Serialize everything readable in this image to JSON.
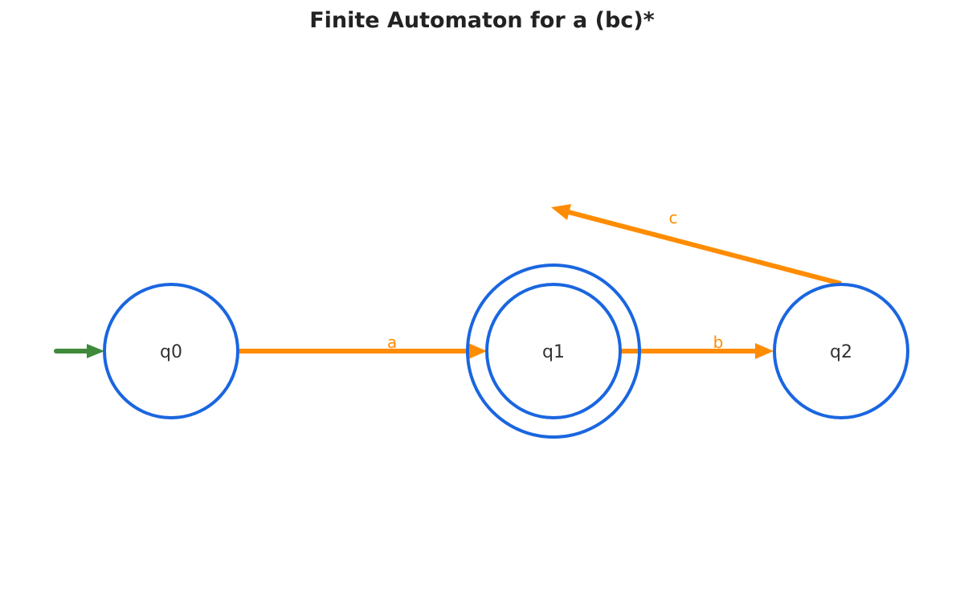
{
  "title": "Finite Automaton for a (bc)*",
  "colors": {
    "state_stroke": "#1a66e0",
    "transition": "#ff8c00",
    "start_arrow": "#3f8a3a",
    "label_text": "#333333",
    "title_text": "#222222"
  },
  "states": [
    {
      "id": "q0",
      "label": "q0",
      "accepting": false,
      "start": true
    },
    {
      "id": "q1",
      "label": "q1",
      "accepting": true,
      "start": false
    },
    {
      "id": "q2",
      "label": "q2",
      "accepting": false,
      "start": false
    }
  ],
  "transitions": [
    {
      "from": "q0",
      "to": "q1",
      "symbol": "a"
    },
    {
      "from": "q1",
      "to": "q2",
      "symbol": "b"
    },
    {
      "from": "q2",
      "to": "q1",
      "symbol": "c"
    }
  ]
}
